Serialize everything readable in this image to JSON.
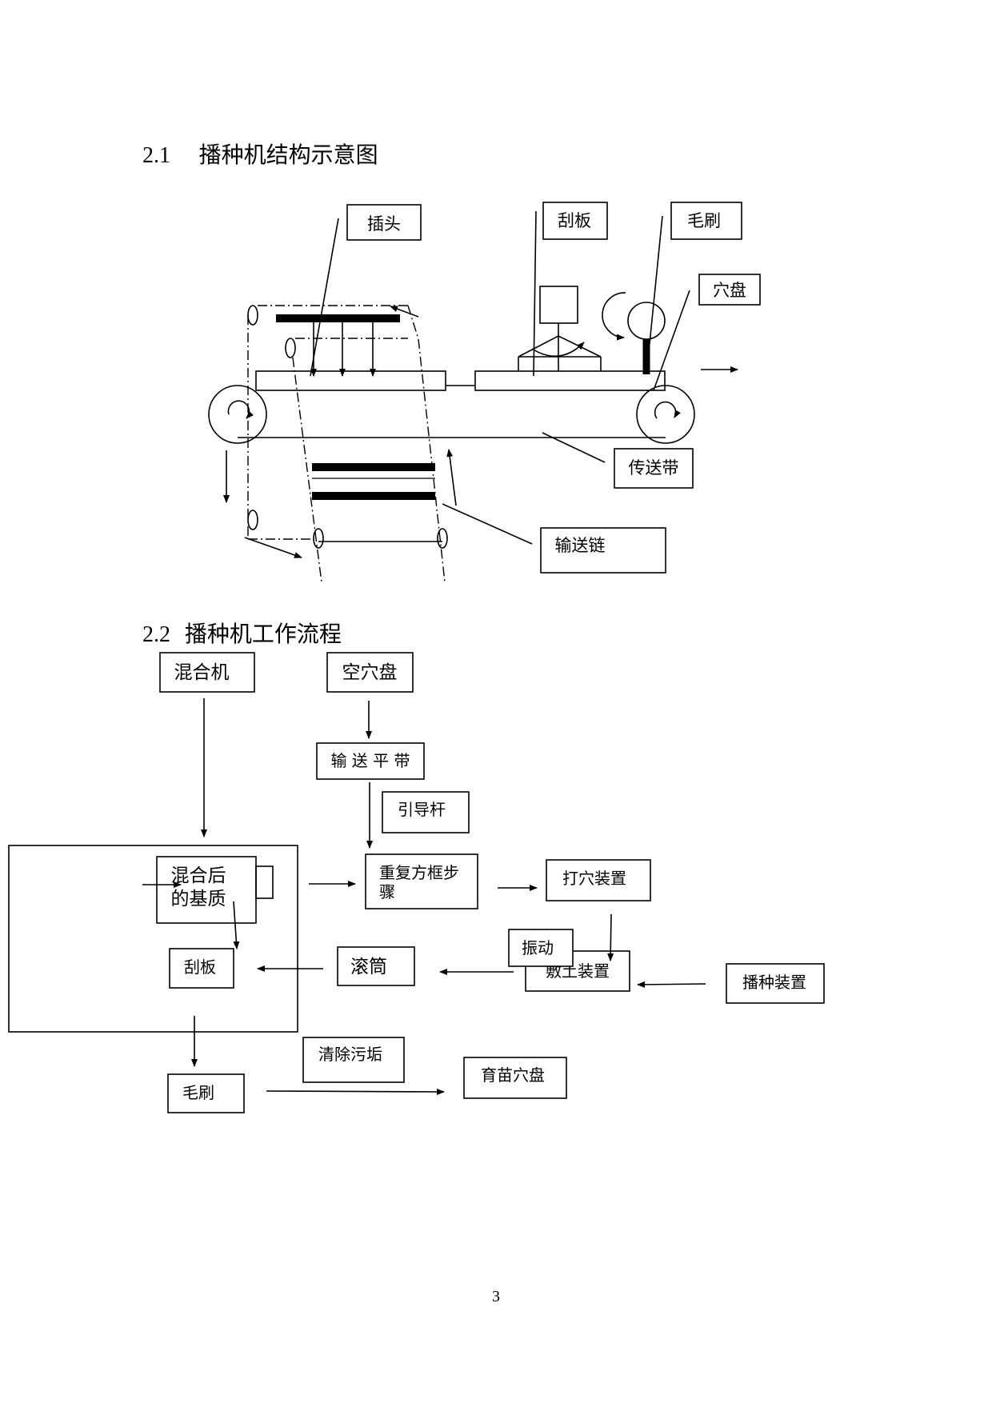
{
  "section1": {
    "number": "2.1",
    "title": "播种机结构示意图"
  },
  "diagram1_labels": {
    "plug": "插头",
    "scraper": "刮板",
    "brush": "毛刷",
    "tray": "穴盘",
    "belt": "传送带",
    "chain": "输送链"
  },
  "section2": {
    "number": "2.2",
    "title": "播种机工作流程"
  },
  "flow_nodes": {
    "mixer": "混合机",
    "empty_tray": "空穴盘",
    "conveyor_belt": "输 送 平 带",
    "guide_rod": "引导杆",
    "mixed_substrate_line1": "混合后",
    "mixed_substrate_line2": "的基质",
    "repeat_frame_line1": "重复方框步",
    "repeat_frame_line2": "骤",
    "punch_device": "打穴装置",
    "vibration": "振动",
    "soil_cover_device": "敷土装置",
    "seeding_device": "播种装置",
    "roller": "滚筒",
    "scraper": "刮板",
    "brush": "毛刷",
    "clean_dirt": "清除污垢",
    "seedling_tray": "育苗穴盘"
  },
  "page_number": "3"
}
